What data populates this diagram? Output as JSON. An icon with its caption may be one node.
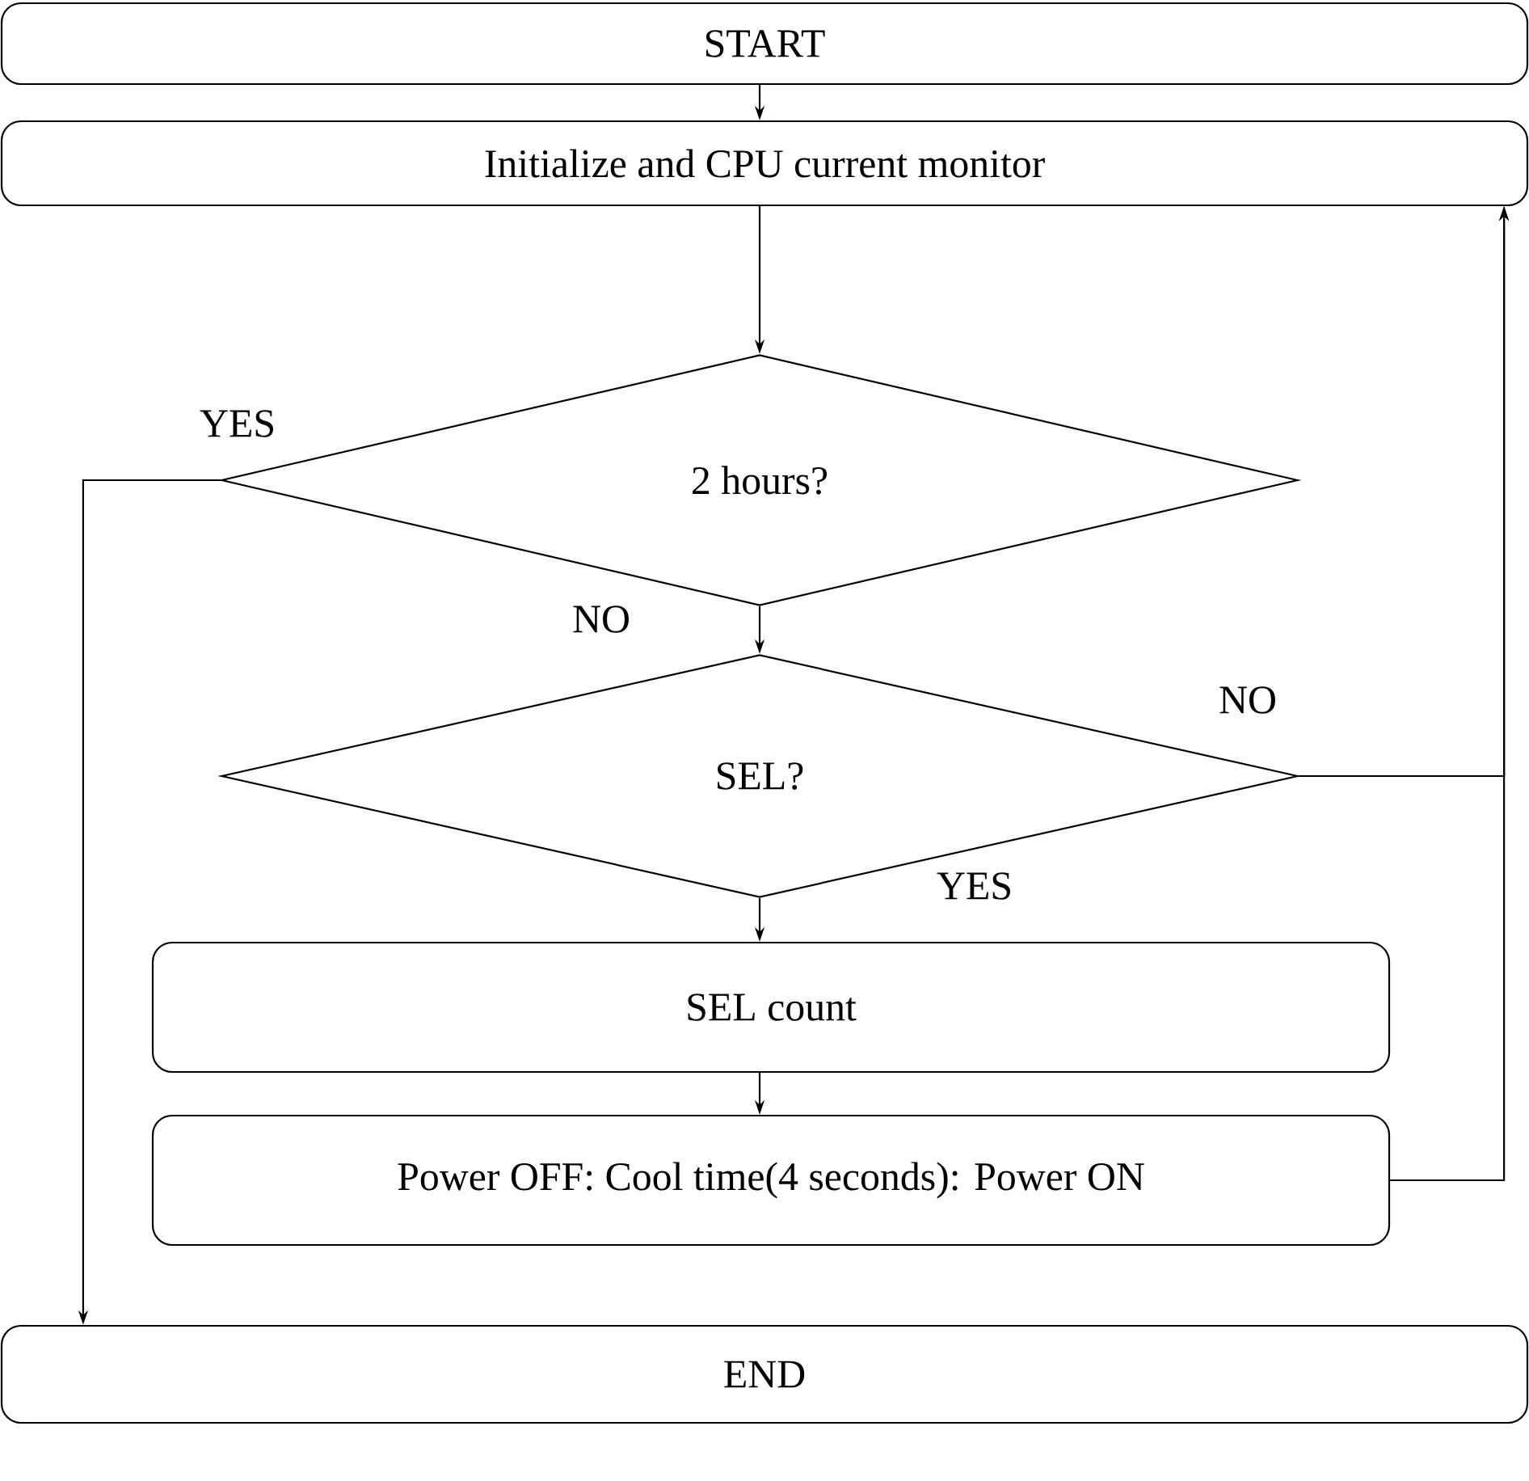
{
  "diagram": {
    "nodes": [
      {
        "text": [
          "START"
        ]
      },
      {
        "text": [
          "Initialize and CPU current monitor"
        ]
      },
      {
        "text": [
          "2 hours?"
        ]
      },
      {
        "text": [
          "SEL?"
        ]
      },
      {
        "text": [
          "SEL count"
        ]
      },
      {
        "text": [
          "Power OFF: Cool time(4 seconds): Power ON"
        ]
      },
      {
        "text": [
          "END"
        ]
      }
    ],
    "edges": [
      {
        "from": 0,
        "to": 1,
        "arrow": "to"
      },
      {
        "from": 1,
        "to": 2,
        "arrow": "to"
      },
      {
        "from": 2,
        "to": 3,
        "arrow": "to",
        "label": "NO"
      },
      {
        "from": 2,
        "to": 6,
        "arrow": "to",
        "label": "YES"
      },
      {
        "from": 3,
        "to": 1,
        "arrow": "to",
        "label": "NO"
      },
      {
        "from": 3,
        "to": 4,
        "arrow": "to",
        "label": "YES"
      },
      {
        "from": 4,
        "to": 5,
        "arrow": "to"
      },
      {
        "from": 5,
        "to": 1,
        "arrow": "to"
      }
    ]
  }
}
